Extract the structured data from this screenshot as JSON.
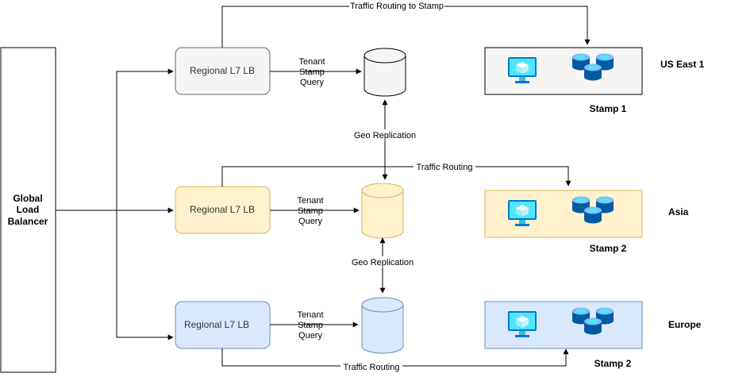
{
  "global_lb": {
    "line1": "Global",
    "line2": "Load",
    "line3": "Balancer"
  },
  "regions": [
    {
      "lb_label": "Regional L7 LB",
      "query_lines": [
        "Tenant",
        "Stamp",
        "Query"
      ],
      "routing_label": "Traffic Routing to Stamp",
      "region_name": "US East 1",
      "stamp_label": "Stamp 1",
      "colors": {
        "lb_fill": "#f5f5f5",
        "lb_stroke": "#666666",
        "db_fill": "#f5f5f5",
        "stamp_fill": "#f5f5f5"
      }
    },
    {
      "lb_label": "Regional L7 LB",
      "query_lines": [
        "Tenant",
        "Stamp",
        "Query"
      ],
      "routing_label": "Traffic Routing",
      "region_name": "Asia",
      "stamp_label": "Stamp 2",
      "colors": {
        "lb_fill": "#fff2cc",
        "lb_stroke": "#d6b656",
        "db_fill": "#fff2cc",
        "stamp_fill": "#fff2cc"
      }
    },
    {
      "lb_label": "Regional L7 LB",
      "query_lines": [
        "Tenant",
        "Stamp",
        "Query"
      ],
      "routing_label": "Traffic Routing",
      "region_name": "Europe",
      "stamp_label": "Stamp 2",
      "colors": {
        "lb_fill": "#dae8fc",
        "lb_stroke": "#6c8ebf",
        "db_fill": "#dae8fc",
        "stamp_fill": "#dae8fc"
      }
    }
  ],
  "replication": [
    "Geo Replication",
    "Geo Replication"
  ],
  "icons": {
    "monitor": "virtual-machine-icon",
    "storage": "storage-stack-icon",
    "database": "database-icon"
  },
  "icon_colors": {
    "monitor_light": "#50e6ff",
    "monitor_dark": "#0078d4",
    "disk_light": "#83b9f9",
    "disk_dark": "#005ba1"
  }
}
